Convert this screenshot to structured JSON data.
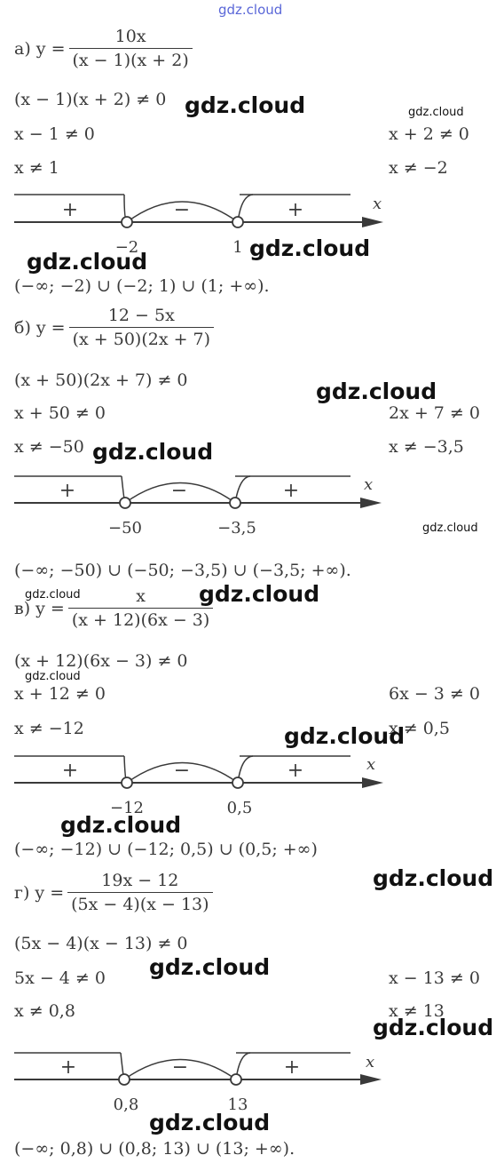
{
  "header": {
    "site_link": "gdz.cloud"
  },
  "watermarks": {
    "big": "gdz.cloud",
    "small": "gdz.cloud"
  },
  "parts": {
    "a": {
      "label": "а)",
      "y": "y =",
      "num": "10x",
      "den": "(x − 1)(x + 2)",
      "cond": "(x − 1)(x + 2) ≠ 0",
      "left1": "x − 1 ≠ 0",
      "right1": "x + 2 ≠ 0",
      "left2": "x ≠ 1",
      "right2": "x ≠ −2",
      "signs": [
        "+",
        "−",
        "+"
      ],
      "axis": "x",
      "point1": "−2",
      "point2": "1",
      "answer": "(−∞;  −2) ∪ (−2; 1) ∪ (1;  +∞)."
    },
    "b": {
      "label": "б)",
      "y": "y =",
      "num": "12 − 5x",
      "den": "(x + 50)(2x + 7)",
      "cond": "(x + 50)(2x + 7) ≠ 0",
      "left1": "x + 50 ≠ 0",
      "right1": "2x + 7 ≠ 0",
      "left2": "x ≠ −50",
      "right2": "x ≠ −3,5",
      "signs": [
        "+",
        "−",
        "+"
      ],
      "axis": "x",
      "point1": "−50",
      "point2": "−3,5",
      "answer": "(−∞;  −50) ∪ (−50;  −3,5) ∪ (−3,5;  +∞)."
    },
    "c": {
      "label": "в)",
      "y": "y =",
      "num": "x",
      "den": "(x + 12)(6x − 3)",
      "cond": "(x + 12)(6x − 3) ≠ 0",
      "left1": "x + 12 ≠ 0",
      "right1": "6x − 3 ≠ 0",
      "left2": "x ≠ −12",
      "right2": "x ≠ 0,5",
      "signs": [
        "+",
        "−",
        "+"
      ],
      "axis": "x",
      "point1": "−12",
      "point2": "0,5",
      "answer": "(−∞;  −12) ∪ (−12; 0,5) ∪ (0,5;  +∞)"
    },
    "d": {
      "label": "г)",
      "y": "y =",
      "num": "19x − 12",
      "den": "(5x − 4)(x − 13)",
      "cond": "(5x − 4)(x − 13) ≠ 0",
      "left1": "5x − 4 ≠ 0",
      "right1": "x − 13 ≠ 0",
      "left2": "x ≠ 0,8",
      "right2": "x ≠ 13",
      "signs": [
        "+",
        "−",
        "+"
      ],
      "axis": "x",
      "point1": "0,8",
      "point2": "13",
      "answer": "(−∞; 0,8) ∪ (0,8;  13) ∪ (13;  +∞)."
    }
  }
}
